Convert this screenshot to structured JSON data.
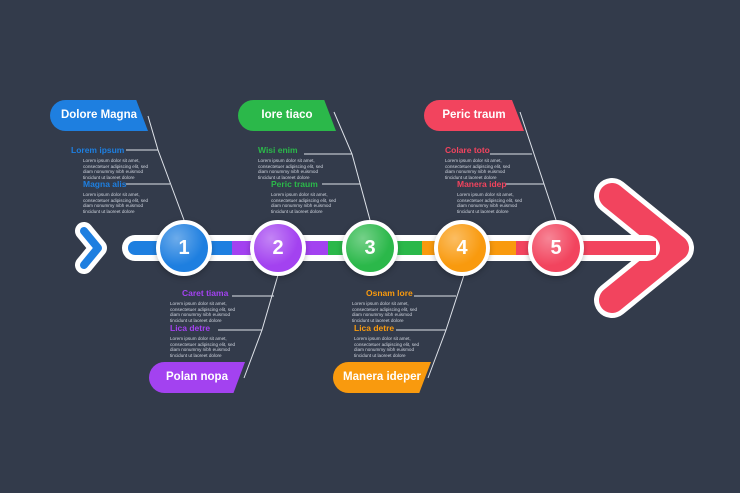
{
  "colors": {
    "background": "#333b4b",
    "blue": "#1e7fe0",
    "purple": "#a342f0",
    "green": "#2bb84a",
    "orange": "#f99a0e",
    "red": "#f2445e"
  },
  "steps": [
    {
      "number": "1",
      "color": "#1e7fe0"
    },
    {
      "number": "2",
      "color": "#a342f0"
    },
    {
      "number": "3",
      "color": "#2bb84a"
    },
    {
      "number": "4",
      "color": "#f99a0e"
    },
    {
      "number": "5",
      "color": "#f2445e"
    }
  ],
  "groups": [
    {
      "title": "Dolore Magna",
      "items": [
        {
          "label": "Lorem ipsum",
          "text": "Lorem ipsum dolor sit amet, consectetuer adipiscing elit, sed diam nonummy nibh euismod tincidunt ut laoreet dolore"
        },
        {
          "label": "Magna alis",
          "text": "Lorem ipsum dolor sit amet, consectetuer adipiscing elit, sed diam nonummy nibh euismod tincidunt ut laoreet dolore"
        }
      ]
    },
    {
      "title": "Polan nopa",
      "items": [
        {
          "label": "Caret tiama",
          "text": "Lorem ipsum dolor sit amet, consectetuer adipiscing elit, sed diam nonummy nibh euismod tincidunt ut laoreet dolore"
        },
        {
          "label": "Lica detre",
          "text": "Lorem ipsum dolor sit amet, consectetuer adipiscing elit, sed diam nonummy nibh euismod tincidunt ut laoreet dolore"
        }
      ]
    },
    {
      "title": "Iore tiaco",
      "items": [
        {
          "label": "Wisi enim",
          "text": "Lorem ipsum dolor sit amet, consectetuer adipiscing elit, sed diam nonummy nibh euismod tincidunt ut laoreet dolore"
        },
        {
          "label": "Peric traum",
          "text": "Lorem ipsum dolor sit amet, consectetuer adipiscing elit, sed diam nonummy nibh euismod tincidunt ut laoreet dolore"
        }
      ]
    },
    {
      "title": "Manera ideper",
      "items": [
        {
          "label": "Osnam lore",
          "text": "Lorem ipsum dolor sit amet, consectetuer adipiscing elit, sed diam nonummy nibh euismod tincidunt ut laoreet dolore"
        },
        {
          "label": "Lica detre",
          "text": "Lorem ipsum dolor sit amet, consectetuer adipiscing elit, sed diam nonummy nibh euismod tincidunt ut laoreet dolore"
        }
      ]
    },
    {
      "title": "Peric traum",
      "items": [
        {
          "label": "Colare toto",
          "text": "Lorem ipsum dolor sit amet, consectetuer adipiscing elit, sed diam nonummy nibh euismod tincidunt ut laoreet dolore"
        },
        {
          "label": "Manera idep",
          "text": "Lorem ipsum dolor sit amet, consectetuer adipiscing elit, sed diam nonummy nibh euismod tincidunt ut laoreet dolore"
        }
      ]
    }
  ]
}
